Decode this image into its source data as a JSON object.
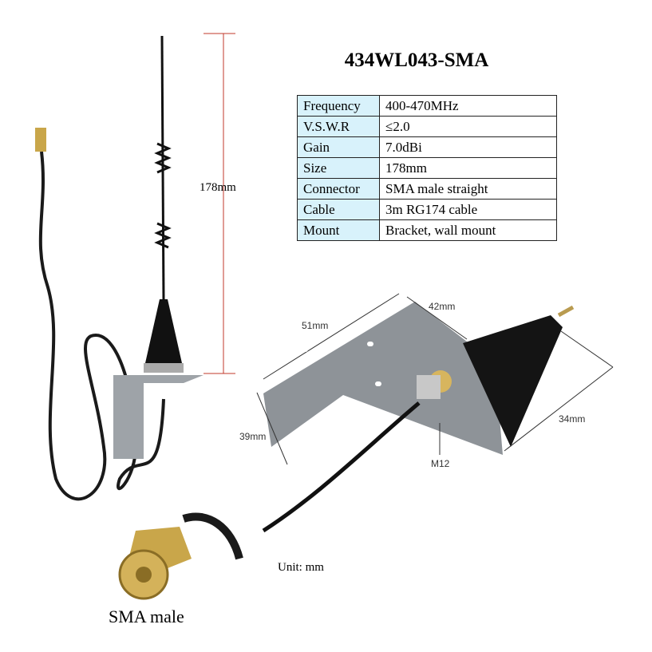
{
  "title": "434WL043-SMA",
  "specs": [
    {
      "label": "Frequency",
      "value": "400-470MHz"
    },
    {
      "label": "V.S.W.R",
      "value": "≤2.0"
    },
    {
      "label": "Gain",
      "value": "7.0dBi"
    },
    {
      "label": "Size",
      "value": "178mm"
    },
    {
      "label": "Connector",
      "value": "SMA male straight"
    },
    {
      "label": "Cable",
      "value": "3m RG174 cable"
    },
    {
      "label": "Mount",
      "value": "Bracket, wall mount"
    }
  ],
  "height_dimension": "178mm",
  "bracket_dims": {
    "length": "51mm",
    "depth": "42mm",
    "height": "39mm",
    "cone": "34mm",
    "thread": "M12"
  },
  "unit_note": "Unit: mm",
  "connector_caption": "SMA male",
  "colors": {
    "header_cell": "#d8f2fb",
    "dimension_line": "#c0392b"
  }
}
